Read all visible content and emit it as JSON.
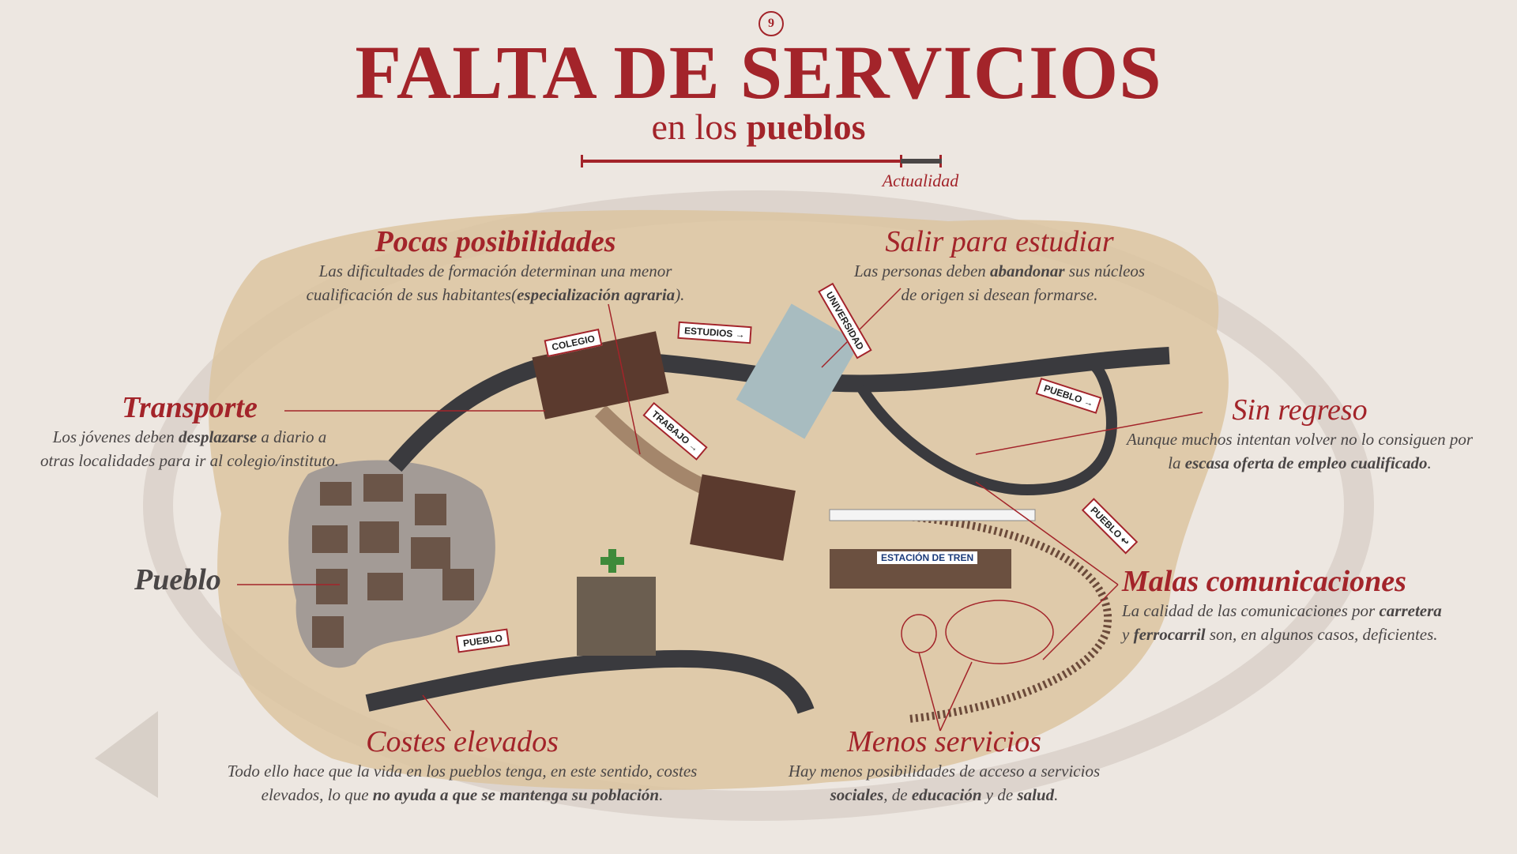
{
  "page_number": "9",
  "title": "FALTA DE SERVICIOS",
  "subtitle": {
    "prefix": "en los ",
    "bold": "pueblos"
  },
  "timeline": {
    "label": "Actualidad"
  },
  "sections": {
    "pocas": {
      "title": "Pocas posibilidades",
      "line1": "Las dificultades de formación determinan una menor",
      "line2_pre": "cualificación de sus habitantes(",
      "line2_bold": "especialización agraria",
      "line2_post": ")."
    },
    "salir": {
      "title": "Salir para estudiar",
      "line1_pre": "Las personas deben ",
      "line1_bold": "abandonar",
      "line1_post": " sus núcleos",
      "line2": "de origen si desean formarse."
    },
    "transporte": {
      "title": "Transporte",
      "line1_pre": "Los jóvenes deben ",
      "line1_bold": "desplazarse",
      "line1_post": " a diario a",
      "line2": "otras localidades para ir al colegio/instituto."
    },
    "sin_regreso": {
      "title": "Sin regreso",
      "line1": "Aunque muchos intentan volver no lo consiguen por",
      "line2_pre": "la ",
      "line2_bold": "escasa oferta de empleo cualificado",
      "line2_post": "."
    },
    "malas": {
      "title": "Malas comunicaciones",
      "line1_pre": "La calidad de las comunicaciones por ",
      "line1_bold": "carretera",
      "line2_pre": "y ",
      "line2_bold": "ferrocarril",
      "line2_post": " son, en algunos casos, deficientes."
    },
    "costes": {
      "title": "Costes elevados",
      "line1": "Todo ello hace que la vida en los pueblos tenga, en este sentido, costes",
      "line2_pre": "elevados, lo que ",
      "line2_bold": "no ayuda a que se mantenga su población",
      "line2_post": "."
    },
    "menos": {
      "title": "Menos servicios",
      "line1": "Hay menos posibilidades de acceso a servicios",
      "b1": "sociales",
      "t1": ", de ",
      "b2": "educación",
      "t2": " y de ",
      "b3": "salud",
      "t3": "."
    },
    "pueblo": {
      "title": "Pueblo"
    }
  },
  "map_labels": {
    "colegio": "COLEGIO",
    "estudios": "ESTUDIOS →",
    "universidad": "UNIVERSIDAD",
    "trabajo": "TRABAJO →",
    "pueblo_right": "PUEBLO →",
    "pueblo_return": "PUEBLO ↩",
    "estacion": "ESTACIÓN DE TREN",
    "pueblo_bottom": "PUEBLO"
  },
  "colors": {
    "accent": "#a3242a",
    "text": "#4a4646",
    "sand": "#dcc4a0",
    "road": "#3a3a3e"
  }
}
